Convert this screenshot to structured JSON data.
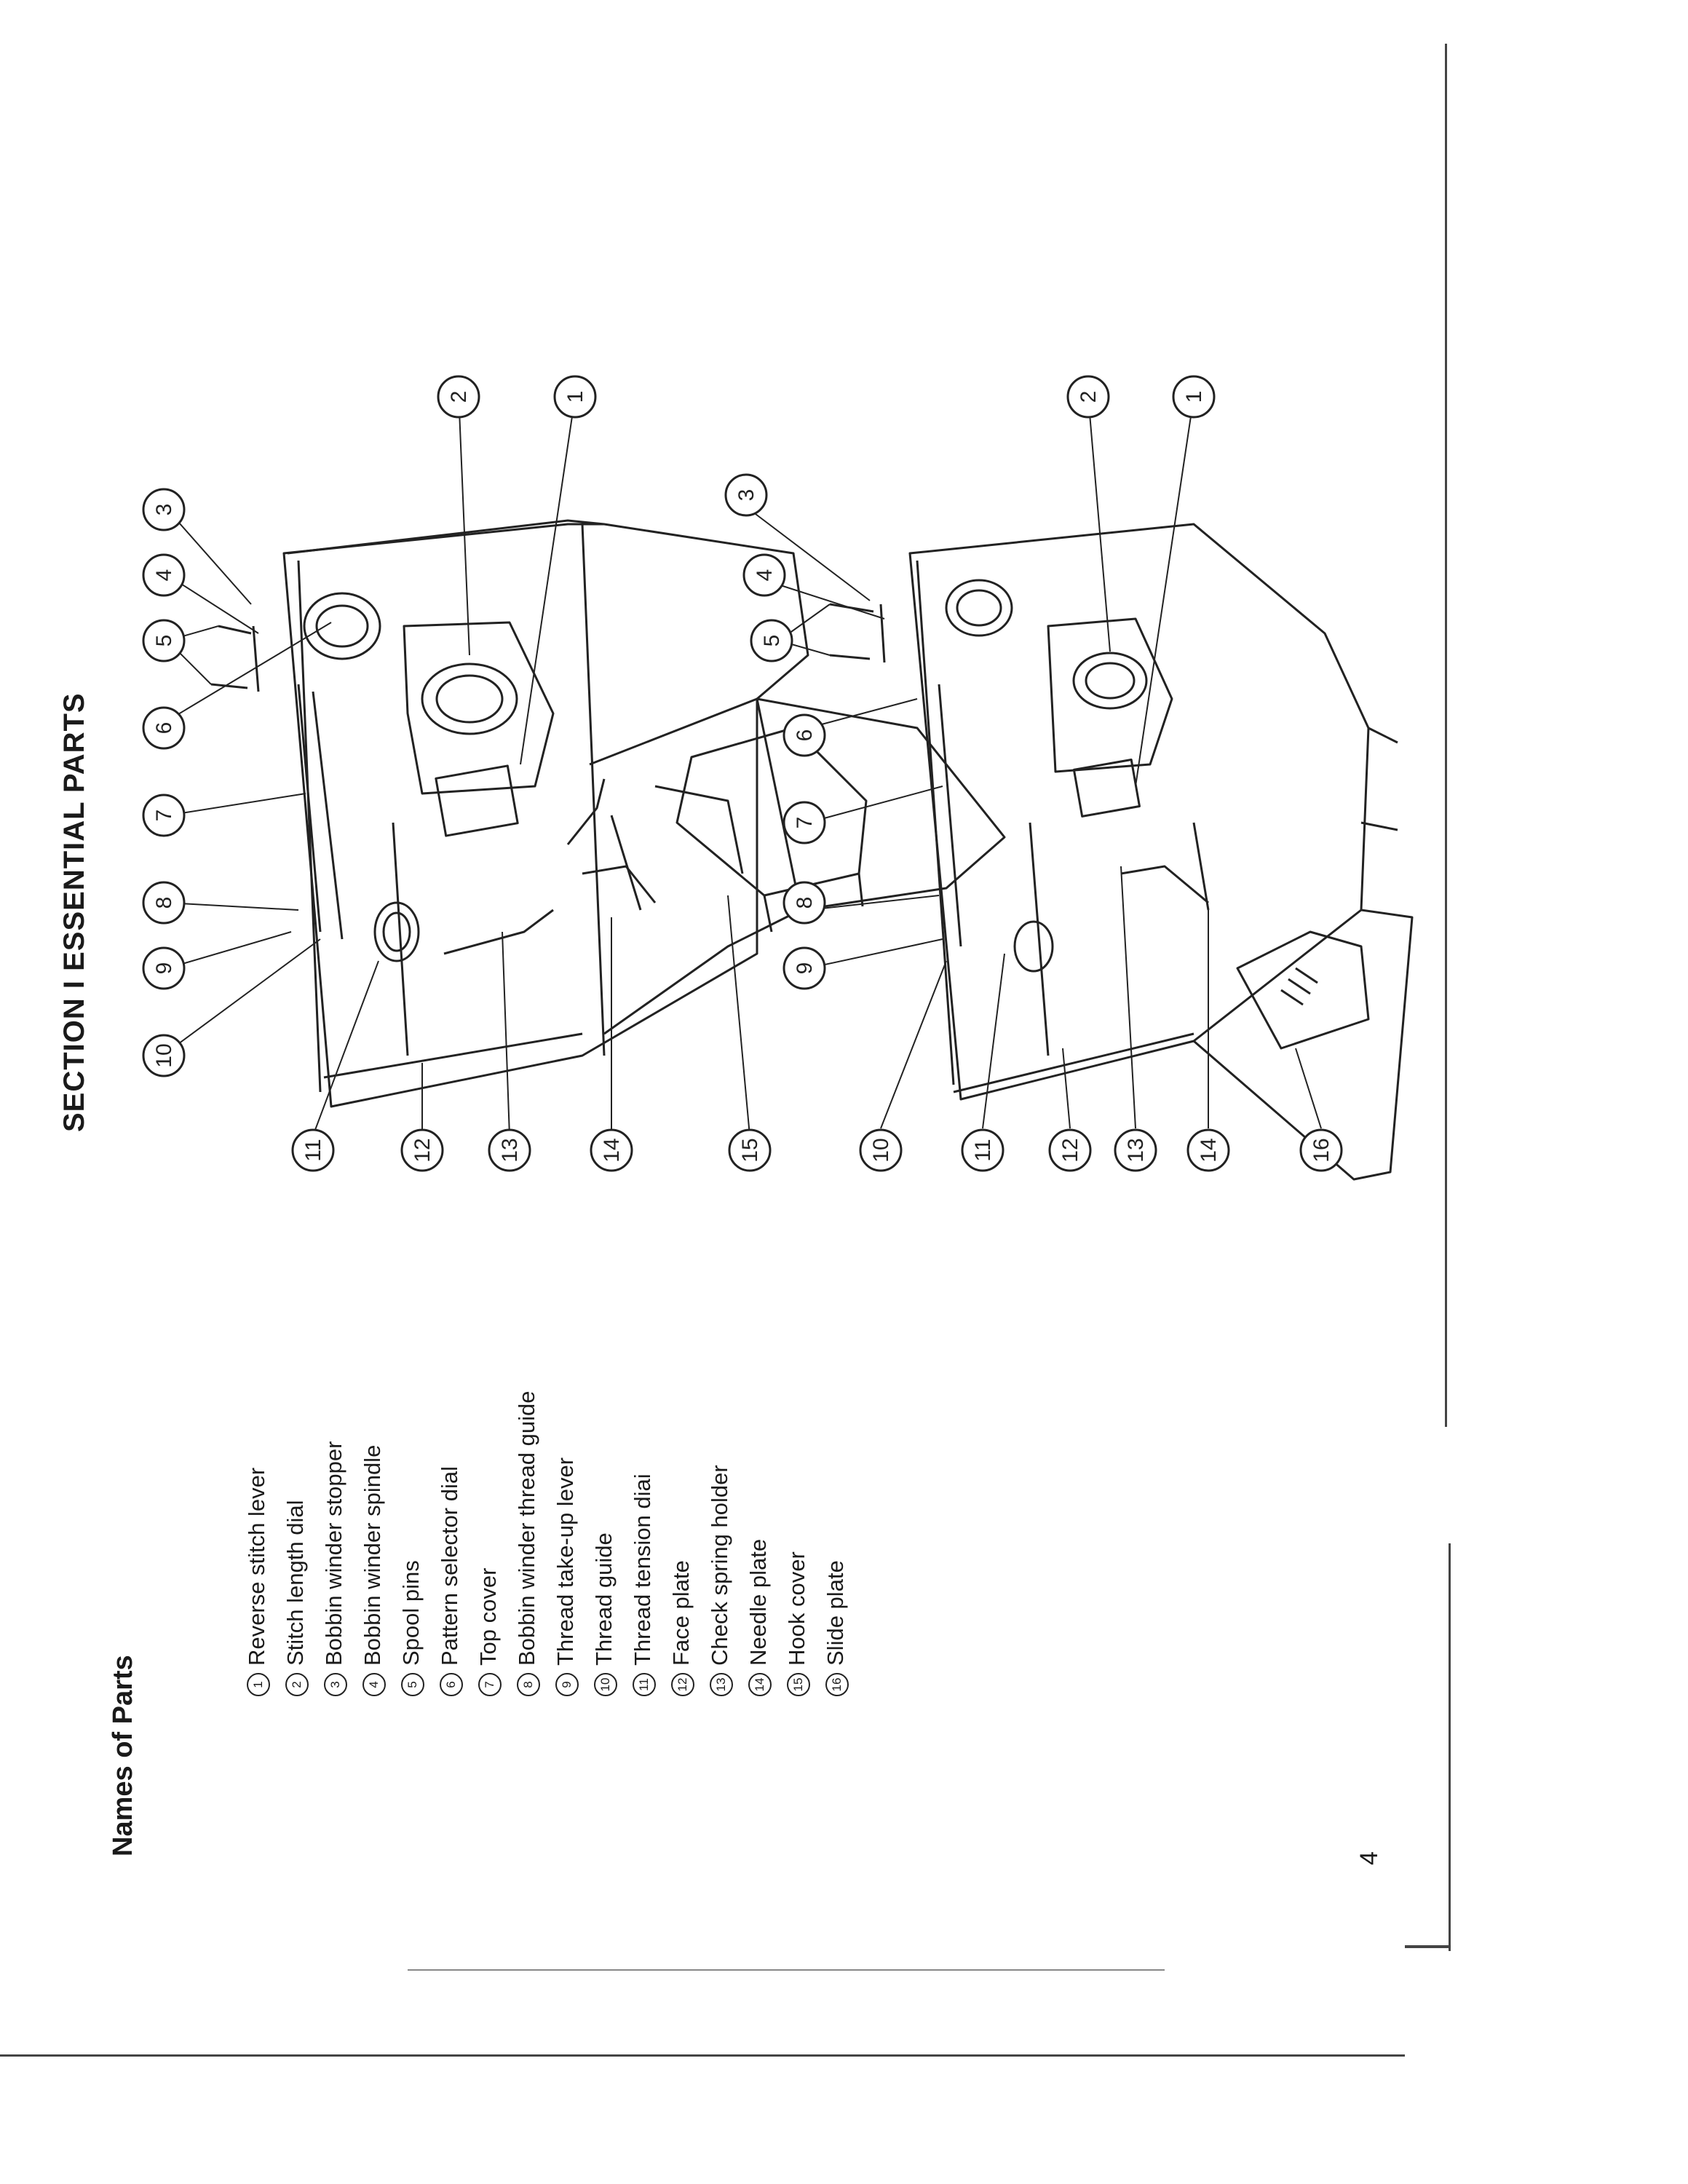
{
  "section_title": "SECTION I ESSENTIAL PARTS",
  "subtitle": "Names of Parts",
  "page_number": "4",
  "parts": [
    {
      "num": "1",
      "label": "Reverse stitch lever"
    },
    {
      "num": "2",
      "label": "Stitch length dial"
    },
    {
      "num": "3",
      "label": "Bobbin winder stopper"
    },
    {
      "num": "4",
      "label": "Bobbin winder spindle"
    },
    {
      "num": "5",
      "label": "Spool pins"
    },
    {
      "num": "6",
      "label": "Pattern selector dial"
    },
    {
      "num": "7",
      "label": "Top cover"
    },
    {
      "num": "8",
      "label": "Bobbin winder thread guide"
    },
    {
      "num": "9",
      "label": "Thread take-up lever"
    },
    {
      "num": "10",
      "label": "Thread guide"
    },
    {
      "num": "11",
      "label": "Thread tension diai"
    },
    {
      "num": "12",
      "label": "Face plate"
    },
    {
      "num": "13",
      "label": "Check spring holder"
    },
    {
      "num": "14",
      "label": "Needle plate"
    },
    {
      "num": "15",
      "label": "Hook cover"
    },
    {
      "num": "16",
      "label": "Slide plate"
    }
  ],
  "diagram_top_callouts": [
    "1",
    "2",
    "3",
    "4",
    "5",
    "6",
    "7",
    "8",
    "9",
    "10",
    "11",
    "12",
    "13",
    "14",
    "15"
  ],
  "diagram_bottom_callouts": [
    "1",
    "2",
    "3",
    "4",
    "5",
    "6",
    "7",
    "8",
    "9",
    "10",
    "11",
    "12",
    "13",
    "14",
    "16"
  ]
}
